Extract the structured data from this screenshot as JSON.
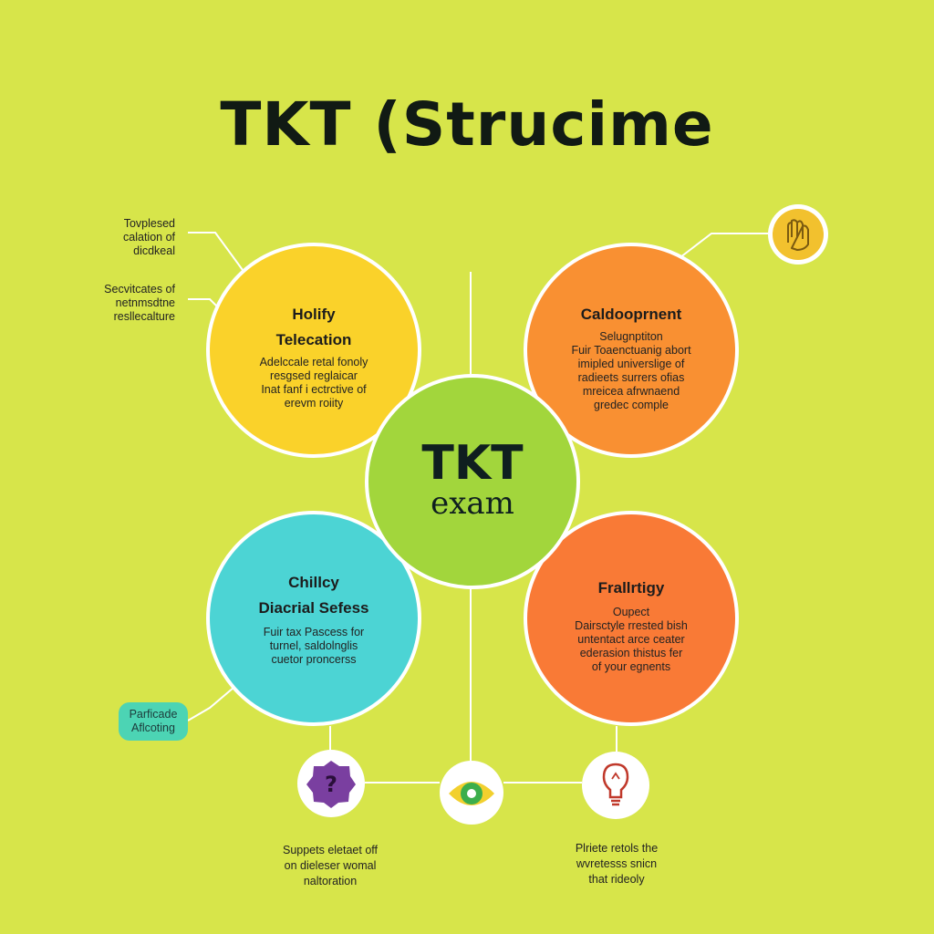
{
  "title": "TKT (Strucime",
  "center": {
    "main": "TKT",
    "sub": "exam"
  },
  "top_left": {
    "heading_1": "Holify",
    "heading_2": "Telecation",
    "body": [
      "Adelccale retal fonoly",
      "resgsed reglaicar",
      "Inat fanf i ectrctive of",
      "erevm roiity"
    ]
  },
  "top_right": {
    "heading": "Caldooprnent",
    "sub": "Selugnptiton",
    "body": [
      "Fuir Toaenctuanig abort",
      "imipled universlige of",
      "radieets surrers ofias",
      "mreicea afrwnaend",
      "gredec comple"
    ]
  },
  "bottom_left": {
    "heading_1": "Chillcy",
    "heading_2": "Diacrial Sefess",
    "body": [
      "Fuir tax Pascess for",
      "turnel, saldolnglis",
      "cuetor proncerss"
    ]
  },
  "bottom_right": {
    "heading": "Frallrtigy",
    "sub": "Oupect",
    "body": [
      "Dairsctyle rrested bish",
      "untentact arce ceater",
      "ederasion thistus fer",
      "of your egnents"
    ]
  },
  "side_note_1": [
    "Tovplesed",
    "calation of",
    "dicdkeal"
  ],
  "side_note_2": [
    "Secvitcates of",
    "netnmsdtne",
    "resllecalture"
  ],
  "badge": [
    "Parficade",
    "Aflcoting"
  ],
  "caption_left": [
    "Suppets eletaet off",
    "on dieleser womal",
    "naltoration"
  ],
  "caption_right": [
    "Plriete retols the",
    "wvretesss snicn",
    "that rideoly"
  ],
  "icons": {
    "top_right": "hand-icon",
    "bottom_left": "question-icon",
    "bottom_middle": "eye-icon",
    "bottom_right": "lightbulb-icon"
  },
  "colors": {
    "background": "#d7e54a",
    "yellow": "#fad22a",
    "orange_light": "#f99032",
    "cyan": "#4cd4d4",
    "orange": "#f97a36",
    "green": "#a2d63c",
    "purple": "#7a3fa0"
  }
}
